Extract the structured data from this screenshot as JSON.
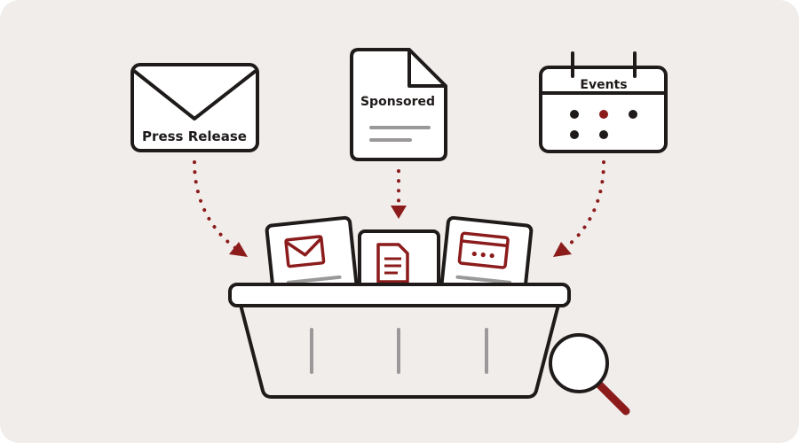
{
  "sources": [
    {
      "id": "press-release",
      "label": "Press Release",
      "icon": "envelope-icon"
    },
    {
      "id": "sponsored",
      "label": "Sponsored",
      "icon": "document-icon"
    },
    {
      "id": "events",
      "label": "Events",
      "icon": "calendar-icon"
    }
  ],
  "basket_cards": [
    "envelope-icon",
    "document-icon",
    "browser-window-icon"
  ],
  "colors": {
    "background": "#f0edea",
    "outline": "#1e1b1a",
    "accent": "#8c1c1c",
    "muted": "#9a9898",
    "fill": "#ffffff"
  }
}
